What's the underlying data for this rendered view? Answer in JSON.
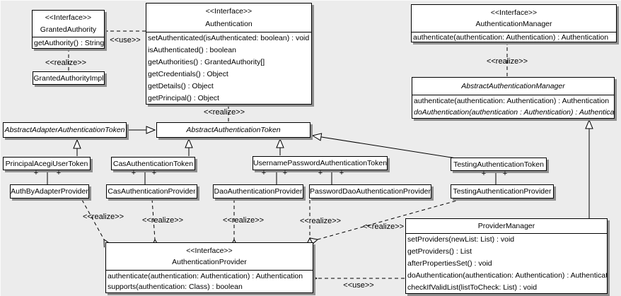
{
  "labels": {
    "use": "<<use>>",
    "realize": "<<realize>>",
    "plus": "+"
  },
  "boxes": {
    "grantedAuthority": {
      "stereotype": "<<Interface>>",
      "name": "GrantedAuthority",
      "methods": [
        "getAuthority() : String"
      ]
    },
    "grantedAuthorityImpl": {
      "name": "GrantedAuthorityImpl"
    },
    "authentication": {
      "stereotype": "<<Interface>>",
      "name": "Authentication",
      "methods": [
        "setAuthenticated(isAuthenticated: boolean) : void",
        "isAuthenticated() : boolean",
        "getAuthorities() : GrantedAuthority[]",
        "getCredentials() : Object",
        "getDetails() : Object",
        "getPrincipal() : Object"
      ]
    },
    "authenticationManager": {
      "stereotype": "<<Interface>>",
      "name": "AuthenticationManager",
      "methods": [
        "authenticate(authentication: Authentication) : Authentication"
      ]
    },
    "abstractAuthenticationManager": {
      "name": "AbstractAuthenticationManager",
      "methods": [
        "authenticate(authentication: Authentication) : Authentication",
        "doAuthentication(authentication : Authentication) : Authentication"
      ]
    },
    "abstractAdapterAuthenticationToken": {
      "name": "AbstractAdapterAuthenticationToken"
    },
    "abstractAuthenticationToken": {
      "name": "AbstractAuthenticationToken"
    },
    "principalAcegiUserToken": {
      "name": "PrincipalAcegiUserToken"
    },
    "casAuthenticationToken": {
      "name": "CasAuthenticationToken"
    },
    "usernamePasswordAuthenticationToken": {
      "name": "UsernamePasswordAuthenticationToken"
    },
    "testingAuthenticationToken": {
      "name": "TestingAuthenticationToken"
    },
    "authByAdapterProvider": {
      "name": "AuthByAdapterProvider"
    },
    "casAuthenticationProvider": {
      "name": "CasAuthenticationProvider"
    },
    "daoAuthenticationProvider": {
      "name": "DaoAuthenticationProvider"
    },
    "passwordDaoAuthenticationProvider": {
      "name": "PasswordDaoAuthenticationProvider"
    },
    "testingAuthenticationProvider": {
      "name": "TestingAuthenticationProvider"
    },
    "authenticationProvider": {
      "stereotype": "<<Interface>>",
      "name": "AuthenticationProvider",
      "methods": [
        "authenticate(authentication: Authentication) : Authentication",
        "supports(authentication: Class) : boolean"
      ]
    },
    "providerManager": {
      "name": "ProviderManager",
      "methods": [
        "setProviders(newList: List) : void",
        "getProviders() : List",
        "afterPropertiesSet() : void",
        "doAuthentication(authentication: Authentication) : Authentication",
        "checkIfValidList(listToCheck: List) : void"
      ]
    }
  }
}
